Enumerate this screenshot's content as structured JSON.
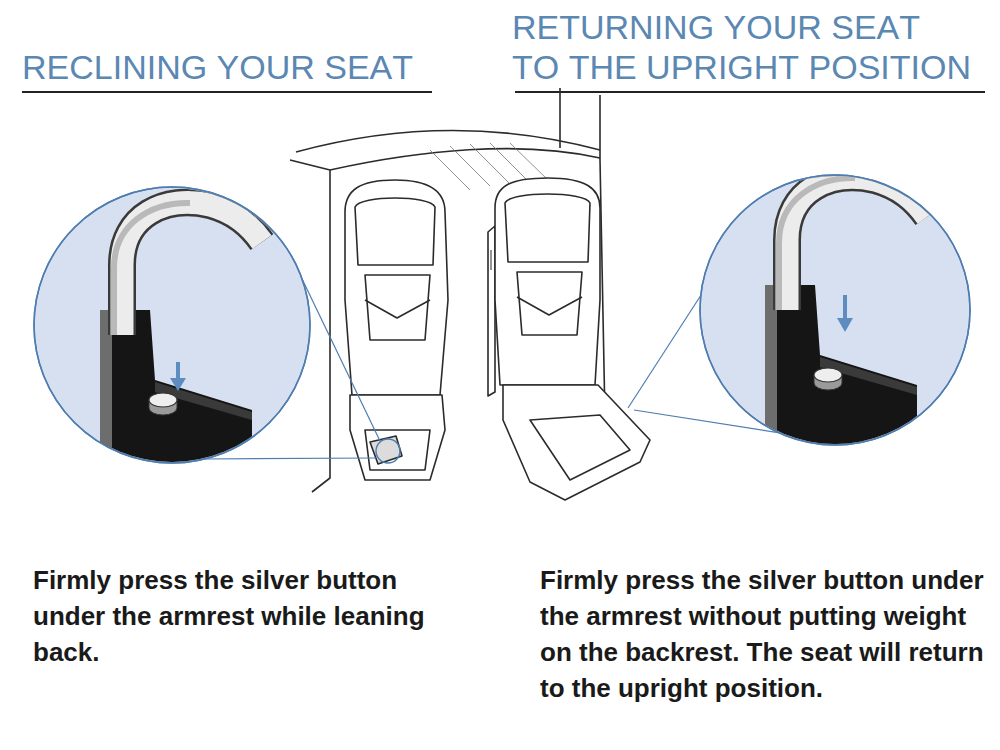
{
  "diagram": {
    "labels": [
      "RECLINING YOUR SEAT",
      "RETURNING YOUR SEAT TO THE UPRIGHT POSITION",
      "Firmly press the silver button under the armrest while leaning back.",
      "Firmly press the silver button under the armrest without putting weight on the backrest. The seat will return to the upright position."
    ]
  }
}
